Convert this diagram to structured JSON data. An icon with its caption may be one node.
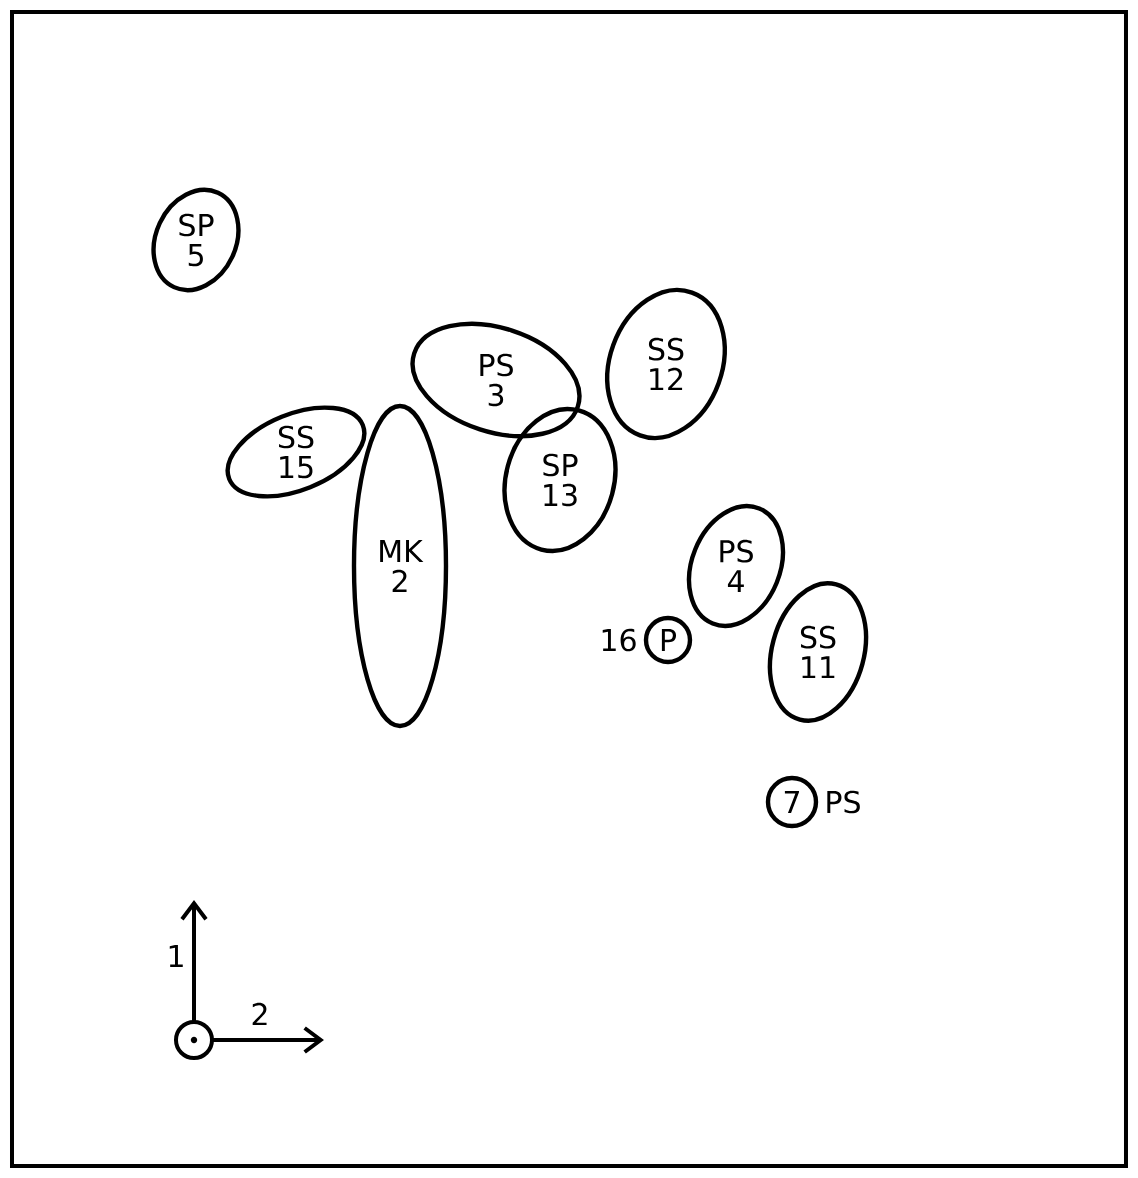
{
  "diagram": {
    "nodes": [
      {
        "text": [
          "SP",
          "5"
        ]
      },
      {
        "text": [
          "SS",
          "15"
        ]
      },
      {
        "text": [
          "MK",
          "2"
        ]
      },
      {
        "text": [
          "PS",
          "3"
        ]
      },
      {
        "text": [
          "SS",
          "12"
        ]
      },
      {
        "text": [
          "SP",
          "13"
        ]
      },
      {
        "text": [
          "PS",
          "4"
        ]
      },
      {
        "text": [
          "P"
        ],
        "beside": [
          "16"
        ]
      },
      {
        "text": [
          "SS",
          "11"
        ]
      },
      {
        "text": [
          "7"
        ],
        "beside": [
          "PS"
        ]
      }
    ],
    "labels": [
      "1",
      "2"
    ]
  }
}
